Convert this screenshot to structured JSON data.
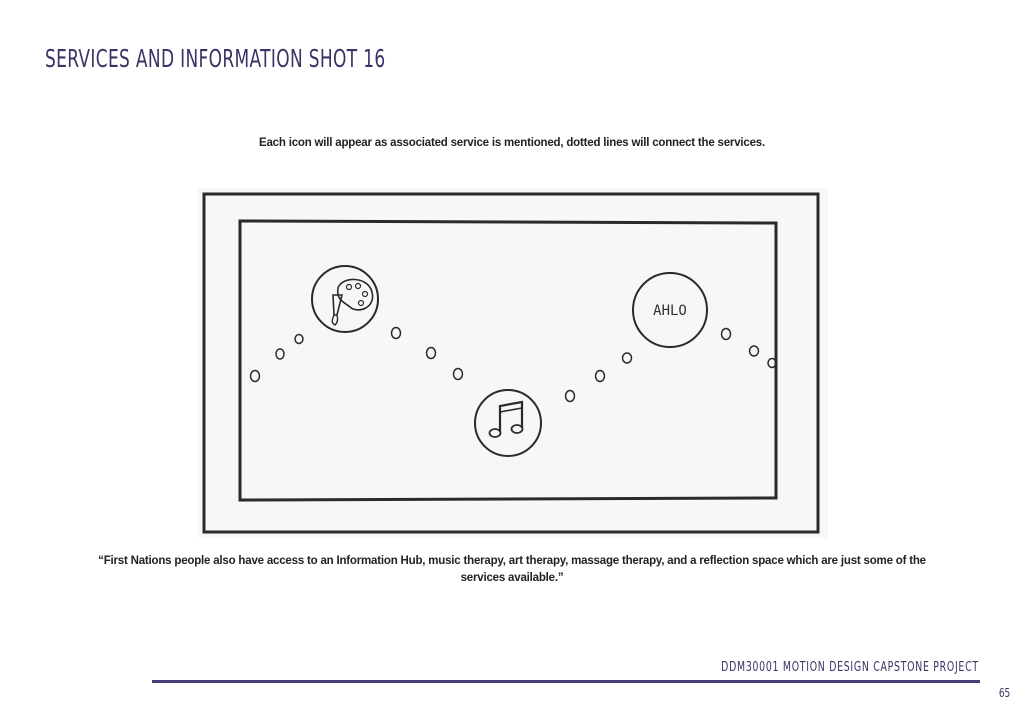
{
  "header": {
    "title": "SERVICES AND INFORMATION SHOT 16"
  },
  "captions": {
    "top": "Each icon will appear as associated service is mentioned, dotted lines will connect the services.",
    "bottom": "“First Nations people also have access to an Information Hub, music therapy, art therapy, massage therapy, and a reflection space which are just some of the services available.”"
  },
  "sketch": {
    "icons": [
      {
        "name": "art-palette-icon"
      },
      {
        "name": "music-note-icon"
      },
      {
        "name": "ahlo-icon",
        "label": "AHLO"
      }
    ]
  },
  "footer": {
    "project": "DDM30001 MOTION DESIGN CAPSTONE PROJECT",
    "page_number": "65"
  },
  "colors": {
    "accent": "#3d3166",
    "rule": "#4a3d78",
    "ink": "#1a1a1a"
  }
}
